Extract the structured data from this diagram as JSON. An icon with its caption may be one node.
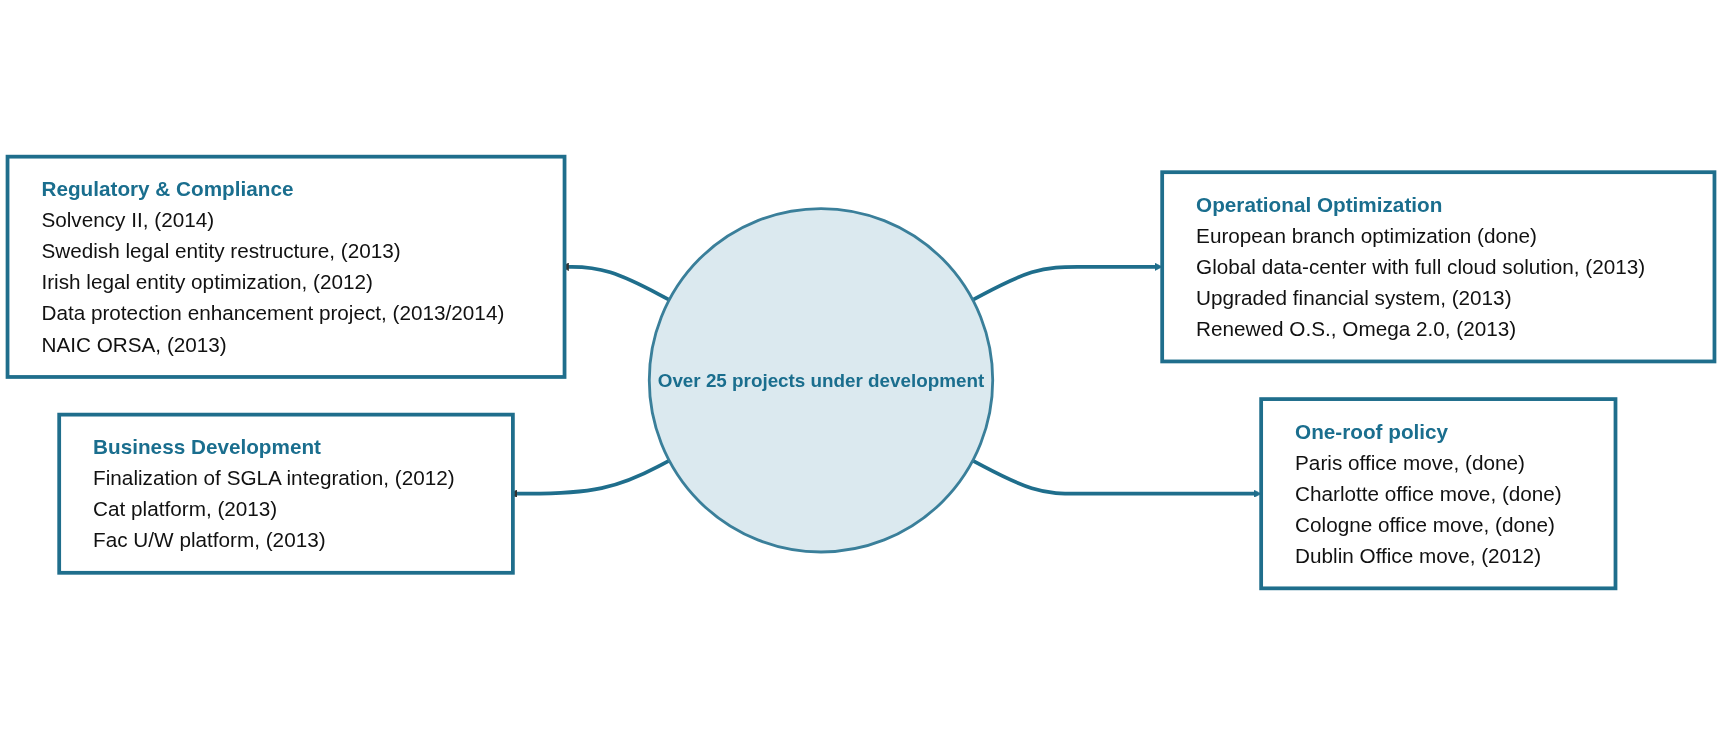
{
  "diagram": {
    "nodes": [
      {
        "text": [
          "Regulatory & Compliance",
          "Solvency II, (2014)",
          "Swedish legal entity restructure, (2013)",
          "Irish legal entity optimization, (2012)",
          "Data protection enhancement project, (2013/2014)",
          "NAIC ORSA, (2013)"
        ]
      },
      {
        "text": [
          "Operational Optimization",
          "European branch optimization (done)",
          "Global data-center with full cloud solution, (2013)",
          "Upgraded financial system, (2013)",
          "Renewed O.S., Omega 2.0, (2013)"
        ]
      },
      {
        "text": [
          "Over 25 projects under development"
        ]
      },
      {
        "text": [
          "Business Development",
          "Finalization of SGLA integration, (2012)",
          "Cat platform, (2013)",
          "Fac U/W platform, (2013)"
        ]
      },
      {
        "text": [
          "One-roof policy",
          "Paris office move, (done)",
          "Charlotte office move, (done)",
          "Cologne office move, (done)",
          "Dublin Office move, (2012)"
        ]
      }
    ],
    "edges": [
      {
        "from": 2,
        "to": 0,
        "arrow": "to"
      },
      {
        "from": 2,
        "to": 1,
        "arrow": "to"
      },
      {
        "from": 2,
        "to": 3,
        "arrow": "to"
      },
      {
        "from": 2,
        "to": 4,
        "arrow": "to"
      }
    ]
  }
}
